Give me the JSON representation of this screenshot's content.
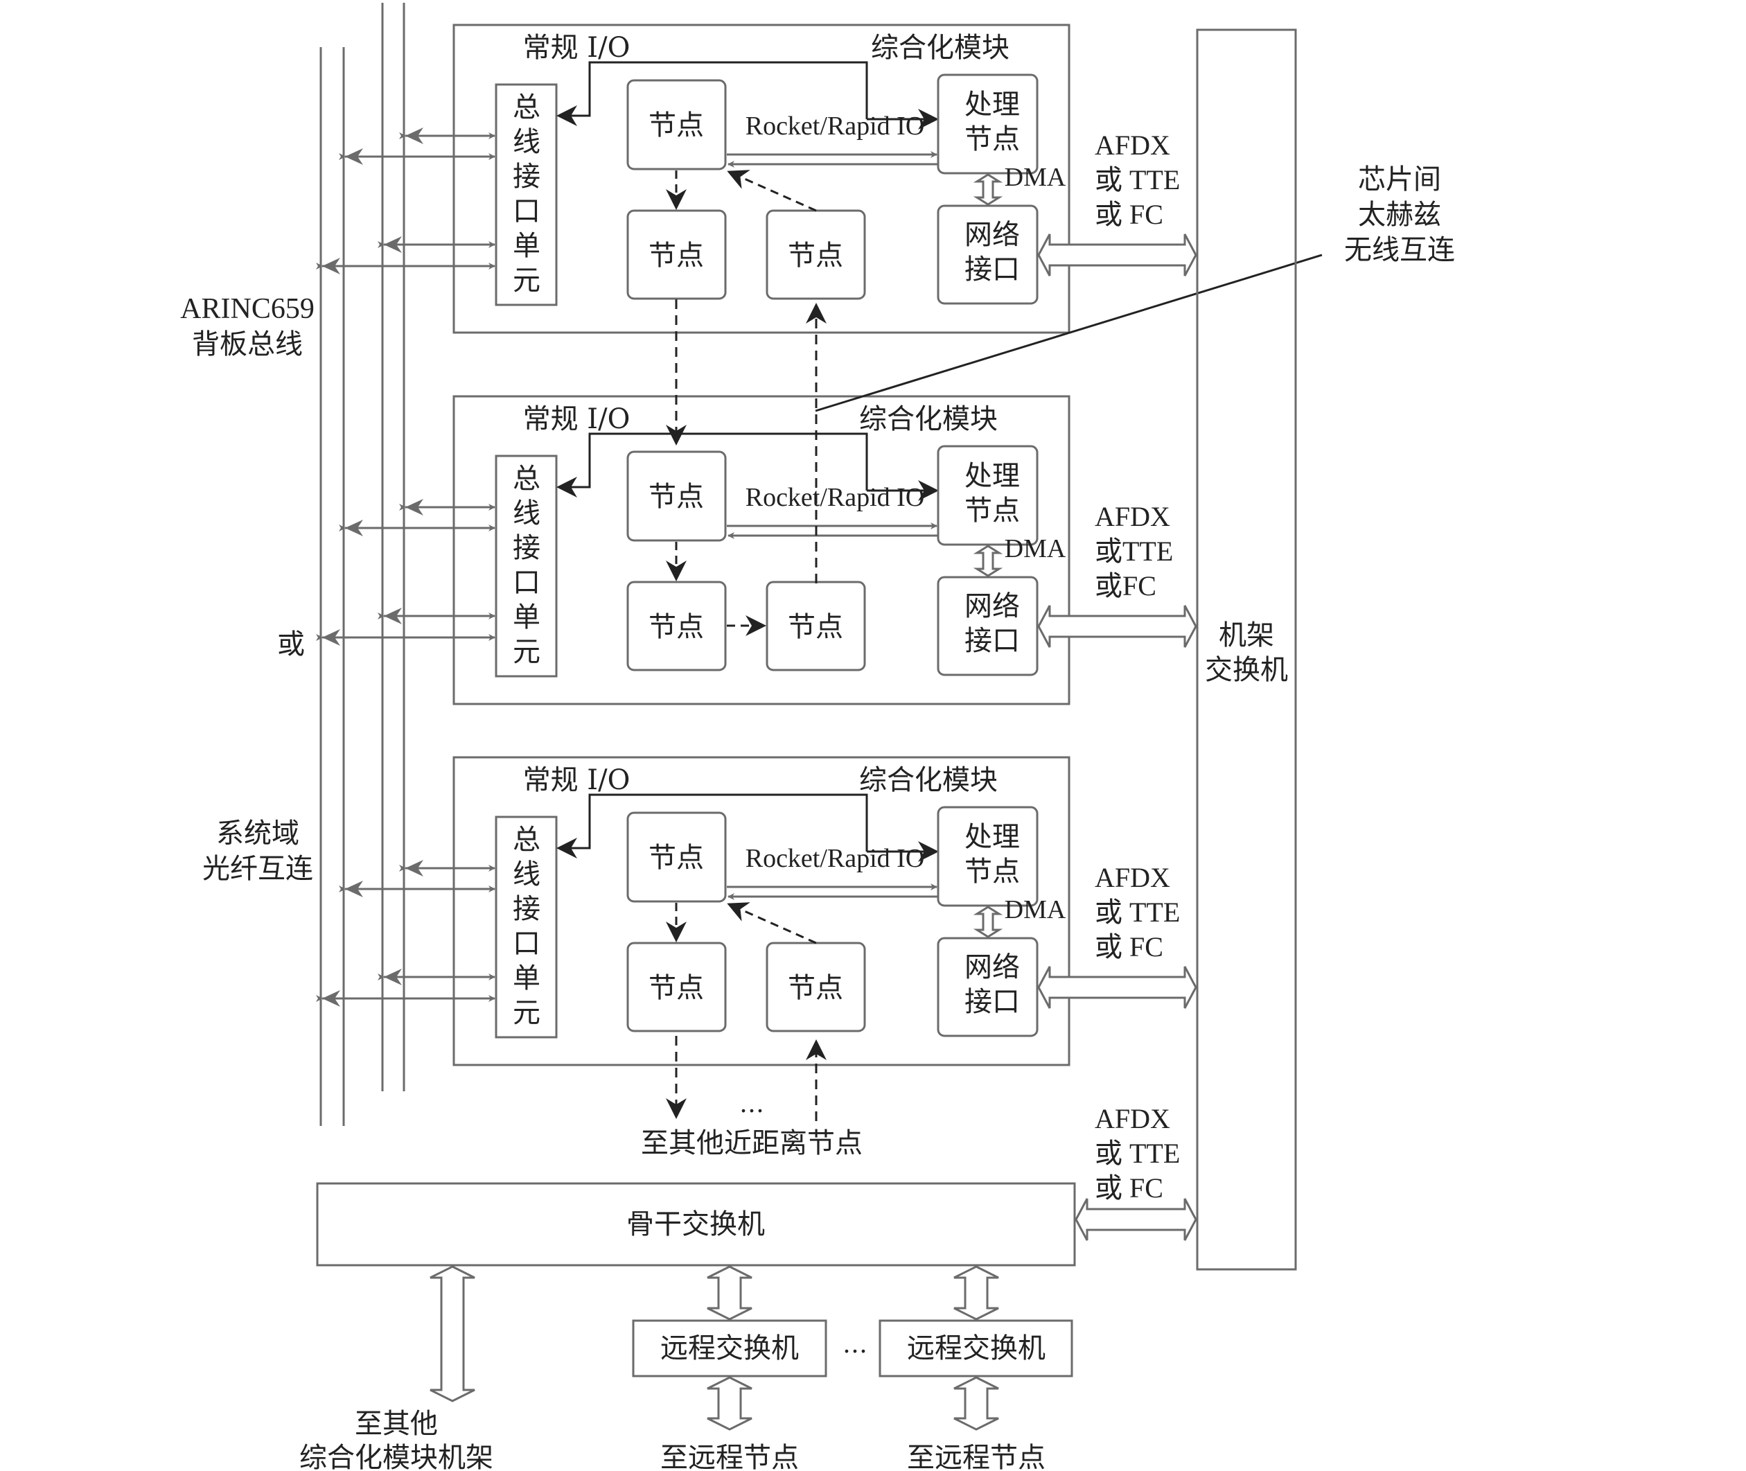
{
  "title": "综合化模块航电系统互连架构",
  "colors": {
    "line": "#6b6b6b",
    "dark": "#222222",
    "text": "#222222",
    "background": "#ffffff"
  },
  "left_labels": {
    "backplane_line1": "ARINC659",
    "backplane_line2": "背板总线",
    "or": "或",
    "fiber_line1": "系统域",
    "fiber_line2": "光纤互连"
  },
  "module": {
    "io_label": "常规 I/O",
    "module_label": "综合化模块",
    "bus_interface_unit": [
      "总",
      "线",
      "接",
      "口",
      "单",
      "元"
    ],
    "node": "节点",
    "rapidio": "Rocket/Rapid IO",
    "processing_node": [
      "处理",
      "节点"
    ],
    "dma": "DMA",
    "network_interface": [
      "网络",
      "接口"
    ]
  },
  "link_labels": [
    [
      "AFDX",
      "或 TTE",
      "或 FC"
    ],
    [
      "AFDX",
      "或TTE",
      "或FC"
    ],
    [
      "AFDX",
      "或 TTE",
      "或 FC"
    ],
    [
      "AFDX",
      "或 TTE",
      "或 FC"
    ]
  ],
  "wireless_label": [
    "芯片间",
    "太赫兹",
    "无线互连"
  ],
  "rack_switch": [
    "机架",
    "交换机"
  ],
  "near_nodes": {
    "ellipsis": "…",
    "label": "至其他近距离节点"
  },
  "backbone_switch": "骨干交换机",
  "remote_switch": "远程交换机",
  "remote_ellipsis": "…",
  "bottom_labels": {
    "other_racks_line1": "至其他",
    "other_racks_line2": "综合化模块机架",
    "remote_nodes_1": "至远程节点",
    "remote_nodes_2": "至远程节点"
  }
}
